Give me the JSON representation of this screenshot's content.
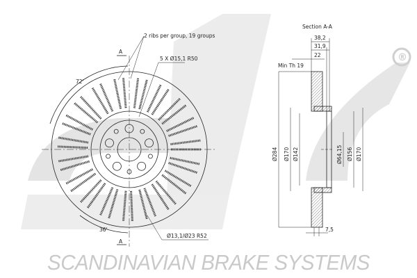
{
  "brand": {
    "name": "SCANDINAVIAN BRAKE SYSTEMS",
    "registered_mark": "®",
    "logo_text": "sbs"
  },
  "front_view": {
    "rib_note": "2 ribs per group, 19 groups",
    "rib_groups": 19,
    "ribs_per_group": 2,
    "bolt_note": "5 X Ø15,1 R50",
    "hole_note": "Ø13,1/Ø23 R52",
    "angle_top": "72'",
    "angle_bottom": "36'",
    "section_marker_top": "A",
    "section_marker_bottom": "A"
  },
  "section_view": {
    "title": "Section A-A",
    "dim_38_2": "38,2",
    "dim_31_9": "31,9",
    "dim_22": "22",
    "min_thickness": "Min Th 19",
    "dia_284": "Ø284",
    "dia_170_left": "Ø170",
    "dia_142": "Ø142",
    "dia_64_15": "Ø64,15",
    "dia_156": "Ø156",
    "dia_170_right": "Ø170",
    "dim_7_5": "7,5"
  }
}
